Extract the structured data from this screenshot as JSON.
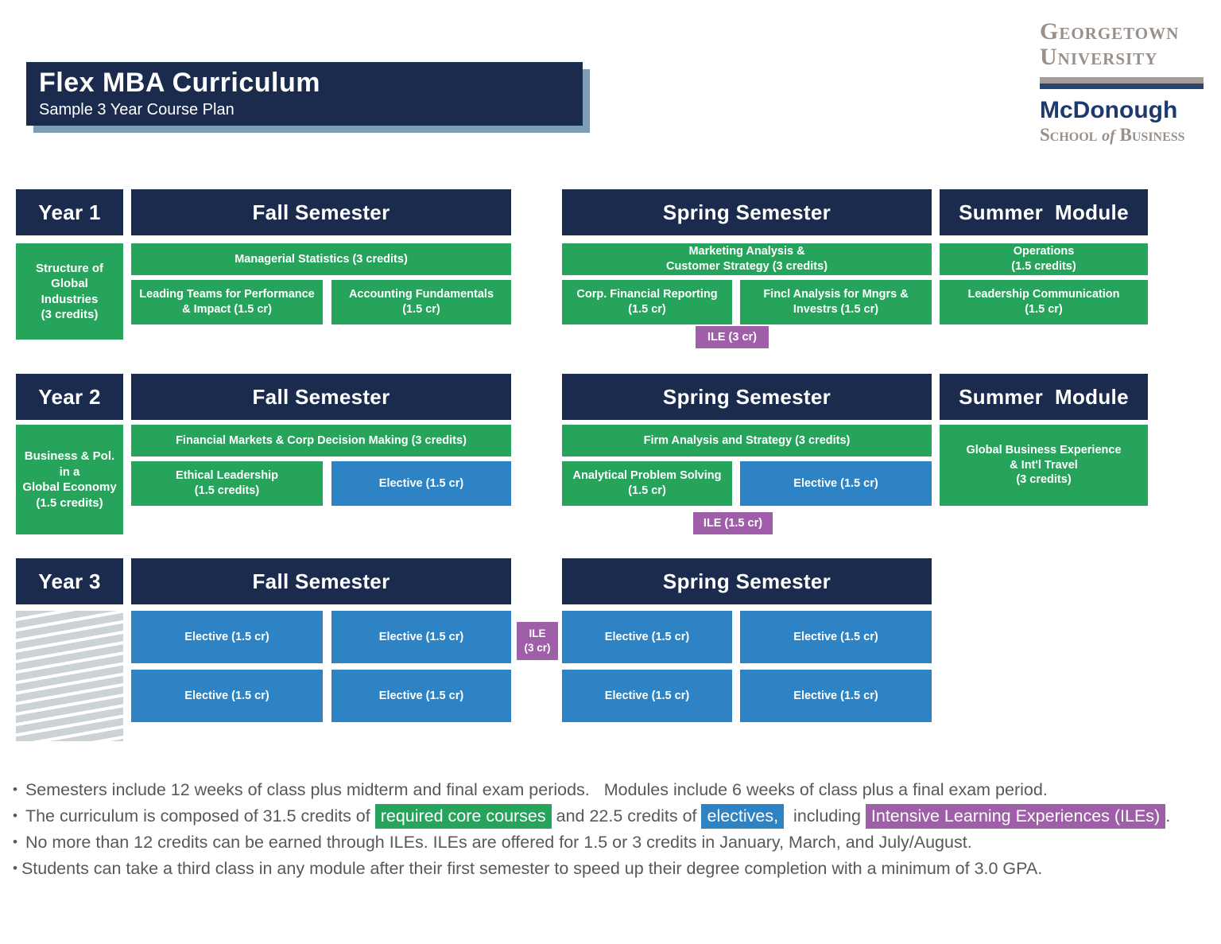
{
  "colors": {
    "navy": "#1b2b4d",
    "green": "#27a45b",
    "blue": "#2d83c4",
    "purple": "#9e5fa8",
    "shadow": "#7b9db5",
    "text_gray": "#57585b",
    "hatch_gray": "#ccd3d6",
    "logo_gray": "#9a9089",
    "logo_navy": "#1d3a70",
    "bar_gray": "#a59c96",
    "bar_navy": "#264572"
  },
  "title": {
    "heading": "Flex MBA Curriculum",
    "subheading": "Sample 3 Year Course Plan"
  },
  "logo": {
    "university_line1": "Georgetown",
    "university_line2": "University",
    "school": "McDonough",
    "division_pre": "School ",
    "division_of": "of",
    "division_post": " Business"
  },
  "year1": {
    "label": "Year 1",
    "left_course": "Structure of\nGlobal\nIndustries\n(3 credits)",
    "fall_header": "Fall Semester",
    "fall_full": "Managerial Statistics (3 credits)",
    "fall_left": "Leading Teams for Performance\n& Impact (1.5 cr)",
    "fall_right": "Accounting Fundamentals\n(1.5 cr)",
    "spring_header": "Spring Semester",
    "spring_full": "Marketing Analysis &\nCustomer Strategy (3 credits)",
    "spring_left": "Corp. Financial Reporting\n(1.5 cr)",
    "spring_right": "Fincl Analysis for Mngrs &\nInvestrs (1.5 cr)",
    "spring_ile": "ILE (3 cr)",
    "summer_header": "Summer  Module",
    "summer_top": "Operations\n(1.5 credits)",
    "summer_bottom": "Leadership Communication\n(1.5 cr)"
  },
  "year2": {
    "label": "Year 2",
    "left_course": "Business & Pol.\nin a\nGlobal Economy\n(1.5 credits)",
    "fall_header": "Fall Semester",
    "fall_full": "Financial Markets & Corp Decision Making (3 credits)",
    "fall_left": "Ethical Leadership\n(1.5 credits)",
    "fall_right": "Elective (1.5 cr)",
    "spring_header": "Spring Semester",
    "spring_full": "Firm Analysis and Strategy (3 credits)",
    "spring_left": "Analytical Problem Solving\n(1.5 cr)",
    "spring_right": "Elective (1.5 cr)",
    "spring_ile": "ILE (1.5 cr)",
    "summer_header": "Summer  Module",
    "summer_full": "Global Business Experience\n& Int'l Travel\n(3 credits)"
  },
  "year3": {
    "label": "Year 3",
    "fall_header": "Fall Semester",
    "spring_header": "Spring Semester",
    "elective": "Elective (1.5 cr)",
    "ile": "ILE\n(3 cr)"
  },
  "notes": {
    "bullet": "•",
    "n1": "Semesters include 12 weeks of class plus midterm and final exam periods.   Modules include 6 weeks of class plus a final exam period.",
    "n2a": "The curriculum is composed of 31.5 credits of ",
    "n2b": "required core courses",
    "n2c": " and 22.5 credits of ",
    "n2d": "electives,",
    "n2e": "  including ",
    "n2f": "Intensive Learning Experiences (ILEs)",
    "n2g": ".",
    "n3": "No more than 12 credits can be earned through ILEs. ILEs are offered for 1.5 or 3 credits in January, March, and July/August.",
    "n4": "Students can take a third class in any module after their first semester to speed up their degree completion with a minimum of 3.0 GPA."
  }
}
